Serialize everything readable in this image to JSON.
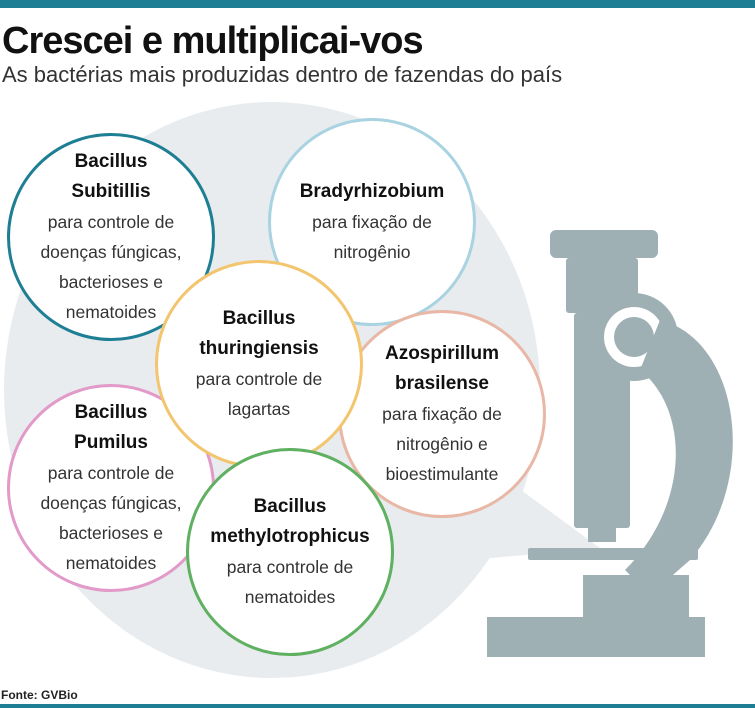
{
  "header": {
    "title": "Crescei e multiplicai-vos",
    "subtitle": "As bactérias mais produzidas dentro de fazendas do país"
  },
  "bacteria": [
    {
      "id": "subtillis",
      "name": "Bacillus Subitillis",
      "description": "para controle de doenças fúngicas, bacterioses e nematoides",
      "color": "#1e7f94"
    },
    {
      "id": "bradyrhizobium",
      "name": "Bradyrhizobium",
      "description": "para fixação de nitrogênio",
      "color": "#a9d3e1"
    },
    {
      "id": "thuringiensis",
      "name": "Bacillus thuringiensis",
      "description": "para controle de lagartas",
      "color": "#f2c56e"
    },
    {
      "id": "azospirillum",
      "name": "Azospirillum brasilense",
      "description": "para fixação de nitrogênio e bioestimulante",
      "color": "#e8b7a6"
    },
    {
      "id": "pumilus",
      "name": "Bacillus Pumilus",
      "description": "para controle de doenças fúngicas, bacterioses e nematoides",
      "color": "#e29ac8"
    },
    {
      "id": "methylotrophicus",
      "name": "Bacillus methylotrophicus",
      "description": "para controle de nematoides",
      "color": "#5fb060"
    }
  ],
  "colors": {
    "accent": "#1e7f94",
    "microscope": "#9fb0b5",
    "backdrop": "#e8ecee"
  },
  "source": "Fonte: GVBio"
}
